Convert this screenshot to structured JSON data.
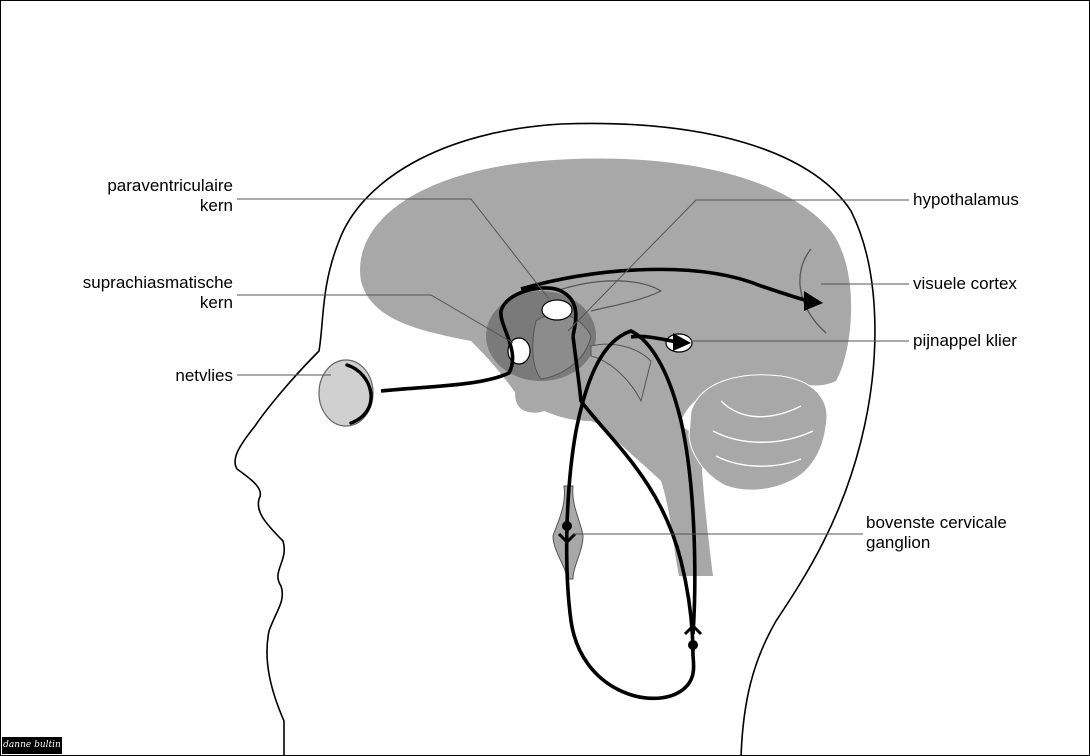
{
  "labels": {
    "paraventricular": {
      "line1": "paraventriculaire",
      "line2": "kern"
    },
    "suprachiasmatic": {
      "line1": "suprachiasmatische",
      "line2": "kern"
    },
    "retina": "netvlies",
    "hypothalamus": "hypothalamus",
    "visual_cortex": "visuele cortex",
    "pineal": "pijnappel klier",
    "ganglion": {
      "line1": "bovenste cervicale",
      "line2": "ganglion"
    }
  },
  "signature": "danne bultin",
  "colors": {
    "brain": "#a8a8a8",
    "brain_dark": "#7a7a7a",
    "outline": "#000000",
    "eye": "#d0d0d0"
  }
}
